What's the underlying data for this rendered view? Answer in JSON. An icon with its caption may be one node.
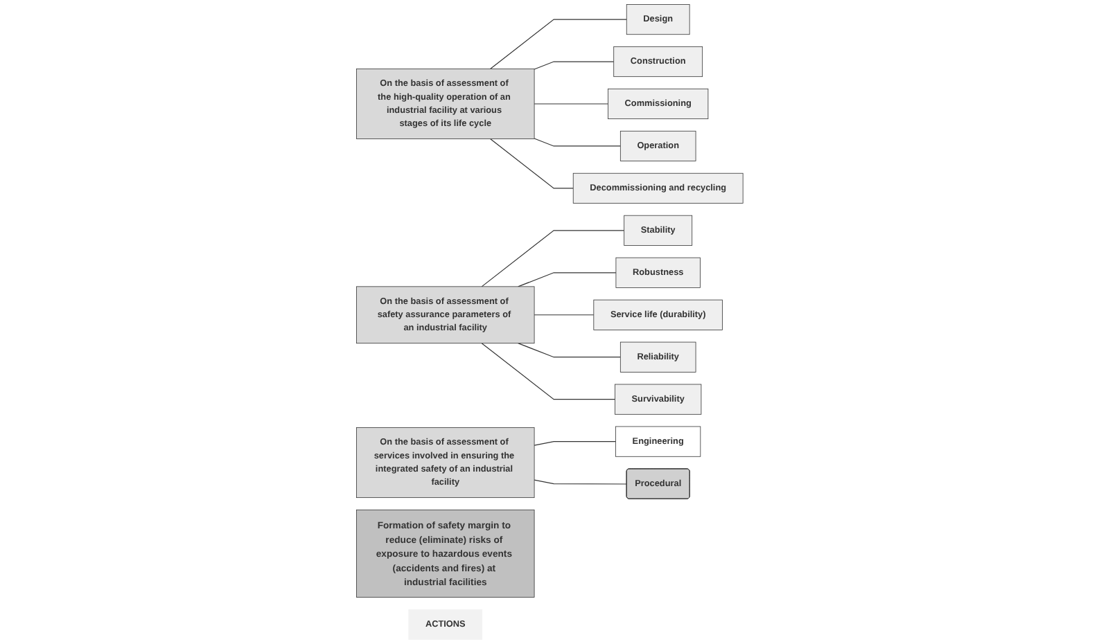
{
  "diagram": {
    "nodes": [
      {
        "text": [
          "Formation of safety margin to reduce (eliminate) risks of exposure to hazardous events (accidents and fires) at industrial facilities"
        ]
      },
      {
        "text": [
          "On the basis of assessment of the high-quality operation of an industrial facility at various stages of its life cycle"
        ]
      },
      {
        "text": [
          "Design"
        ]
      },
      {
        "text": [
          "Construction"
        ]
      },
      {
        "text": [
          "Commissioning"
        ]
      },
      {
        "text": [
          "Operation"
        ]
      },
      {
        "text": [
          "Decommissioning and recycling"
        ]
      },
      {
        "text": [
          "On the basis of assessment of safety assurance parameters of an industrial facility"
        ]
      },
      {
        "text": [
          "Stability"
        ]
      },
      {
        "text": [
          "Robustness"
        ]
      },
      {
        "text": [
          "Service life (durability)"
        ]
      },
      {
        "text": [
          "Reliability"
        ]
      },
      {
        "text": [
          "Survivability"
        ]
      },
      {
        "text": [
          "On the basis of assessment of services involved in ensuring the integrated safety of an industrial facility"
        ]
      },
      {
        "text": [
          "ACTIONS"
        ]
      },
      {
        "text": [
          "Engineering"
        ]
      },
      {
        "text": [
          "Procedural"
        ]
      }
    ],
    "edges": [
      {
        "from": 1,
        "to": 2,
        "arrow": "none"
      },
      {
        "from": 1,
        "to": 3,
        "arrow": "none"
      },
      {
        "from": 1,
        "to": 4,
        "arrow": "none"
      },
      {
        "from": 1,
        "to": 5,
        "arrow": "none"
      },
      {
        "from": 1,
        "to": 6,
        "arrow": "none"
      },
      {
        "from": 7,
        "to": 8,
        "arrow": "none"
      },
      {
        "from": 7,
        "to": 9,
        "arrow": "none"
      },
      {
        "from": 7,
        "to": 10,
        "arrow": "none"
      },
      {
        "from": 7,
        "to": 11,
        "arrow": "none"
      },
      {
        "from": 7,
        "to": 12,
        "arrow": "none"
      },
      {
        "from": 13,
        "to": 15,
        "arrow": "none"
      },
      {
        "from": 13,
        "to": 16,
        "arrow": "none"
      }
    ]
  }
}
